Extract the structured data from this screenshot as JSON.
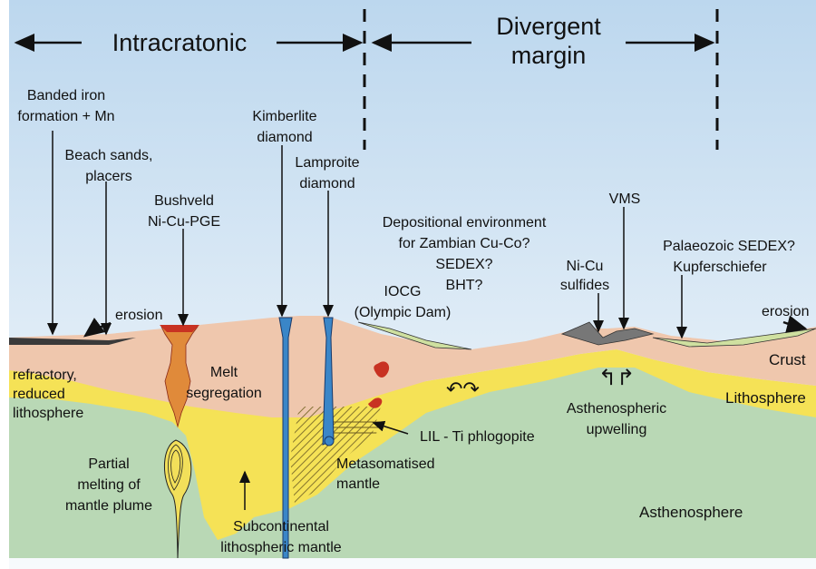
{
  "regions": {
    "intracratonic": "Intracratonic",
    "divergent_line1": "Divergent",
    "divergent_line2": "margin"
  },
  "annotations": {
    "banded_iron_1": "Banded iron",
    "banded_iron_2": "formation + Mn",
    "beach_sands_1": "Beach sands,",
    "beach_sands_2": "placers",
    "bushveld_1": "Bushveld",
    "bushveld_2": "Ni-Cu-PGE",
    "kimberlite_1": "Kimberlite",
    "kimberlite_2": "diamond",
    "lamproite_1": "Lamproite",
    "lamproite_2": "diamond",
    "depositional_1": "Depositional environment",
    "depositional_2": "for Zambian Cu-Co?",
    "depositional_3": "SEDEX?",
    "depositional_4": "BHT?",
    "iocg_1": "IOCG",
    "iocg_2": "(Olympic Dam)",
    "nicu_1": "Ni-Cu",
    "nicu_2": "sulfides",
    "vms": "VMS",
    "palaeozoic_1": "Palaeozoic SEDEX?",
    "palaeozoic_2": "Kupferschiefer",
    "erosion_left": "erosion",
    "erosion_right": "erosion",
    "melt_1": "Melt",
    "melt_2": "segregation",
    "refractory_1": "refractory,",
    "refractory_2": "reduced",
    "refractory_3": "lithosphere",
    "lil": "LIL - Ti phlogopite",
    "metasomatised_1": "Metasomatised",
    "metasomatised_2": "mantle",
    "partial_1": "Partial",
    "partial_2": "melting of",
    "partial_3": "mantle plume",
    "subcontinental_1": "Subcontinental",
    "subcontinental_2": "lithospheric mantle",
    "upwelling_1": "Asthenospheric",
    "upwelling_2": "upwelling"
  },
  "layers": {
    "crust": "Crust",
    "lithosphere": "Lithosphere",
    "asthenosphere": "Asthenosphere"
  },
  "colors": {
    "sky_top": "#bcd7ee",
    "sky_bottom": "#f7fafc",
    "crust": "#efc7ad",
    "lithosphere": "#f5e256",
    "asthenosphere": "#b9d8b5",
    "kimberlite": "#3a86c8",
    "magma": "#c83222",
    "sediment": "#cfe0a0"
  }
}
